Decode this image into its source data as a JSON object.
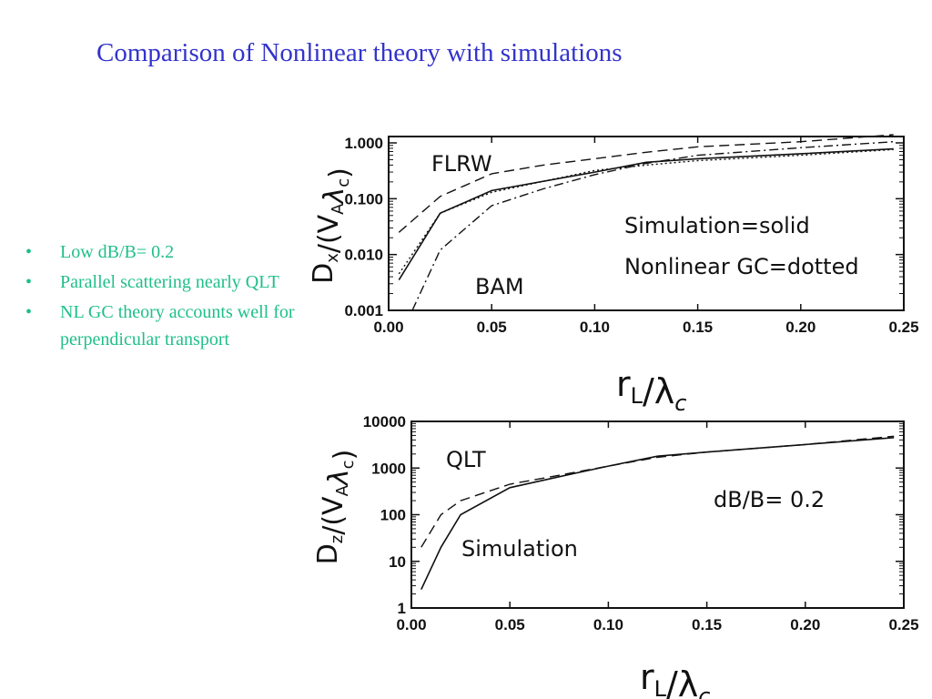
{
  "slide": {
    "title": "Comparison of Nonlinear theory with simulations",
    "bullets": [
      "Low dB/B= 0.2",
      "Parallel scattering nearly QLT",
      "NL GC theory accounts well for perpendicular transport"
    ],
    "colors": {
      "title": "#3333cc",
      "bullets": "#1fbf8a"
    }
  },
  "chart_data": [
    {
      "type": "line",
      "xlabel": "r_L/λ_c",
      "ylabel": "D_x/(V_A λ_c)",
      "yscale": "log",
      "xlim": [
        0,
        0.25
      ],
      "ylim": [
        0.001,
        1.3
      ],
      "x_ticks": [
        "0.00",
        "0.05",
        "0.10",
        "0.15",
        "0.20",
        "0.25"
      ],
      "y_ticks": [
        "0.001",
        "0.010",
        "0.100",
        "1.000"
      ],
      "annotations": [
        "FLRW",
        "BAM",
        "Simulation=solid",
        "Nonlinear GC=dotted"
      ],
      "series": [
        {
          "style": "dashed",
          "points": [
            [
              0.005,
              0.025
            ],
            [
              0.025,
              0.11
            ],
            [
              0.05,
              0.28
            ],
            [
              0.075,
              0.4
            ],
            [
              0.1,
              0.52
            ],
            [
              0.125,
              0.68
            ],
            [
              0.15,
              0.85
            ],
            [
              0.2,
              1.05
            ],
            [
              0.245,
              1.4
            ]
          ]
        },
        {
          "style": "solid",
          "points": [
            [
              0.005,
              0.0035
            ],
            [
              0.025,
              0.055
            ],
            [
              0.05,
              0.14
            ],
            [
              0.1,
              0.3
            ],
            [
              0.125,
              0.45
            ],
            [
              0.15,
              0.52
            ],
            [
              0.2,
              0.64
            ],
            [
              0.245,
              0.78
            ]
          ]
        },
        {
          "style": "dotted",
          "points": [
            [
              0.005,
              0.0045
            ],
            [
              0.025,
              0.055
            ],
            [
              0.05,
              0.13
            ],
            [
              0.1,
              0.32
            ],
            [
              0.125,
              0.4
            ],
            [
              0.15,
              0.48
            ],
            [
              0.2,
              0.6
            ],
            [
              0.245,
              0.76
            ]
          ]
        },
        {
          "style": "dashdot",
          "points": [
            [
              0.0115,
              0.001
            ],
            [
              0.025,
              0.012
            ],
            [
              0.05,
              0.075
            ],
            [
              0.075,
              0.15
            ],
            [
              0.1,
              0.27
            ],
            [
              0.125,
              0.43
            ],
            [
              0.15,
              0.6
            ],
            [
              0.2,
              0.82
            ],
            [
              0.245,
              1.05
            ]
          ]
        }
      ]
    },
    {
      "type": "line",
      "xlabel": "r_L/λ_c",
      "ylabel": "D_z/(V_A λ_c)",
      "yscale": "log",
      "xlim": [
        0,
        0.25
      ],
      "ylim": [
        1,
        10000
      ],
      "x_ticks": [
        "0.00",
        "0.05",
        "0.10",
        "0.15",
        "0.20",
        "0.25"
      ],
      "y_ticks": [
        "1",
        "10",
        "100",
        "1000",
        "10000"
      ],
      "annotations": [
        "QLT",
        "Simulation",
        "dB/B= 0.2"
      ],
      "series": [
        {
          "style": "dashed",
          "points": [
            [
              0.005,
              20
            ],
            [
              0.015,
              100
            ],
            [
              0.025,
              200
            ],
            [
              0.05,
              450
            ],
            [
              0.075,
              700
            ],
            [
              0.1,
              1100
            ],
            [
              0.125,
              1700
            ],
            [
              0.15,
              2200
            ],
            [
              0.2,
              3200
            ],
            [
              0.245,
              4800
            ]
          ]
        },
        {
          "style": "solid",
          "points": [
            [
              0.005,
              2.5
            ],
            [
              0.015,
              20
            ],
            [
              0.025,
              100
            ],
            [
              0.05,
              380
            ],
            [
              0.075,
              650
            ],
            [
              0.1,
              1100
            ],
            [
              0.125,
              1800
            ],
            [
              0.15,
              2200
            ],
            [
              0.2,
              3200
            ],
            [
              0.245,
              4500
            ]
          ]
        }
      ]
    }
  ]
}
